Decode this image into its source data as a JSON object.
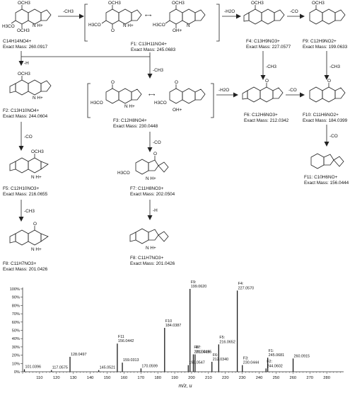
{
  "scheme": {
    "neutral_losses": {
      "m_to_f1": "-CH3",
      "f1_to_f4": "-H2O",
      "f4_to_f9": "-CO",
      "m_to_f2": "-H",
      "f1_to_f3": "-CH3",
      "f4_to_f6": "-CH3",
      "f9_to_f10": "-CH3",
      "f3_to_f6": "-H2O",
      "f6_to_f10": "-CO",
      "f2_to_f5": "-CO",
      "f3_to_f7": "-CO",
      "f10_to_f11": "-CO",
      "f5_to_f8": "-CH3",
      "f7_to_f8": "-H"
    },
    "compounds": {
      "m": {
        "formula": "C14H14NO4+",
        "mass": "Exact Mass: 260.0917"
      },
      "f1": {
        "formula": "F1: C13H11NO4+",
        "mass": "Exact Mass: 245.0683"
      },
      "f4": {
        "formula": "F4: C13H9NO3+",
        "mass": "Exact Mass: 227.0577"
      },
      "f9": {
        "formula": "F9: C12H9NO2+",
        "mass": "Exact Mass: 199.0633"
      },
      "f2": {
        "formula": "F2: C13H10NO4+",
        "mass": "Exact Mass: 244.0604"
      },
      "f3": {
        "formula": "F3: C12H8NO4+",
        "mass": "Exact Mass: 230.0448"
      },
      "f6": {
        "formula": "F6: C12H6NO3+",
        "mass": "Exact Mass: 212.0342"
      },
      "f10": {
        "formula": "F10: C11H6NO2+",
        "mass": "Exact Mass: 184.0399"
      },
      "f5": {
        "formula": "F5: C12H10NO3+",
        "mass": "Exact Mass: 216.0655"
      },
      "f7": {
        "formula": "F7: C11H8NO3+",
        "mass": "Exact Mass: 202.0504"
      },
      "f11": {
        "formula": "F11: C10H6NO+",
        "mass": "Exact Mass: 156.0444"
      },
      "f8a": {
        "formula": "F8: C11H7NO3+",
        "mass": "Exact Mass: 201.0426"
      },
      "f8b": {
        "formula": "F8: C11H7NO3+",
        "mass": "Exact Mass: 201.0426"
      }
    }
  },
  "chart_data": {
    "type": "bar",
    "xlabel": "m/z, u",
    "xlim": [
      100,
      290
    ],
    "ylim": [
      0,
      100
    ],
    "xticks": [
      110,
      120,
      130,
      140,
      150,
      160,
      170,
      180,
      190,
      200,
      210,
      220,
      230,
      240,
      250,
      260,
      270,
      280
    ],
    "yticks": [
      "0%",
      "10%",
      "20%",
      "30%",
      "40%",
      "50%",
      "60%",
      "70%",
      "80%",
      "90%",
      "100%"
    ],
    "grid": false,
    "peaks": [
      {
        "mz": 101.0396,
        "intensity": 3,
        "label": "101.0396"
      },
      {
        "mz": 117.0575,
        "intensity": 2,
        "label": "117.0575"
      },
      {
        "mz": 128.0497,
        "intensity": 18,
        "label": "128.0497"
      },
      {
        "mz": 145.0521,
        "intensity": 2,
        "label": "145.0521"
      },
      {
        "mz": 156.0442,
        "intensity": 34,
        "label": "F11\n156.0442"
      },
      {
        "mz": 159.0313,
        "intensity": 11,
        "label": "159.0313"
      },
      {
        "mz": 170.0599,
        "intensity": 4,
        "label": "170.0599"
      },
      {
        "mz": 184.0387,
        "intensity": 53,
        "label": "F10\n184.0387"
      },
      {
        "mz": 198.0547,
        "intensity": 8,
        "label": "198.0547"
      },
      {
        "mz": 199.062,
        "intensity": 100,
        "label": "F9:\n199.0620"
      },
      {
        "mz": 201.0416,
        "intensity": 21,
        "label": "F8:\n201.0416"
      },
      {
        "mz": 202.0495,
        "intensity": 21,
        "label": "F7:\n202.0495"
      },
      {
        "mz": 212.034,
        "intensity": 12,
        "label": "F6:\n212.0340"
      },
      {
        "mz": 216.0652,
        "intensity": 33,
        "label": "F5:\n216.0652"
      },
      {
        "mz": 227.057,
        "intensity": 98,
        "label": "F4:\n227.0570"
      },
      {
        "mz": 230.0444,
        "intensity": 8,
        "label": "F3:\n230.0444"
      },
      {
        "mz": 245.0681,
        "intensity": 17,
        "label": "F1:\n245.0681"
      },
      {
        "mz": 244.0602,
        "intensity": 4,
        "label": "F2:\n244.0602"
      },
      {
        "mz": 260.0915,
        "intensity": 16,
        "label": "260.0915"
      }
    ]
  }
}
